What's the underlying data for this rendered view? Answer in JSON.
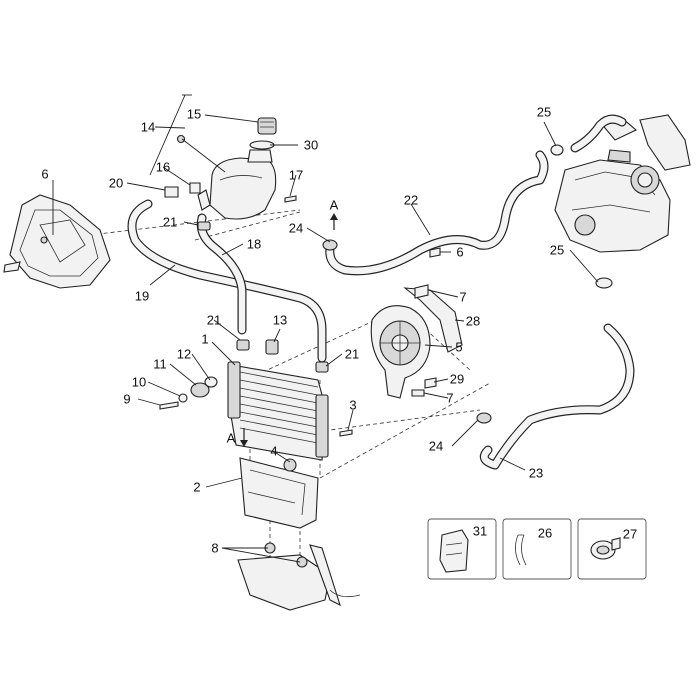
{
  "callouts": {
    "c1": "1",
    "c2": "2",
    "c3": "3",
    "c4": "4",
    "c5": "5",
    "c6a": "6",
    "c6b": "6",
    "c7a": "7",
    "c7b": "7",
    "c8": "8",
    "c9": "9",
    "c10": "10",
    "c11": "11",
    "c12": "12",
    "c13": "13",
    "c14": "14",
    "c15": "15",
    "c16": "16",
    "c17": "17",
    "c18": "18",
    "c19": "19",
    "c20": "20",
    "c21a": "21",
    "c21b": "21",
    "c21c": "21",
    "c22": "22",
    "c23": "23",
    "c24a": "24",
    "c24b": "24",
    "c25a": "25",
    "c25b": "25",
    "c26": "26",
    "c27": "27",
    "c28": "28",
    "c29": "29",
    "c30": "30",
    "c31": "31",
    "markA1": "A",
    "markA2": "A"
  }
}
